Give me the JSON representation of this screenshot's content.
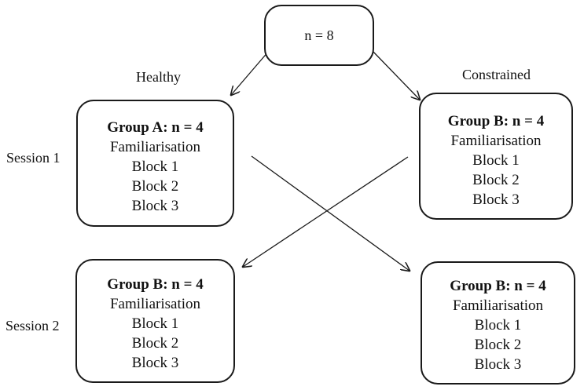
{
  "top": {
    "text": "n = 8"
  },
  "labels": {
    "healthy": "Healthy",
    "constrained": "Constrained",
    "session1": "Session 1",
    "session2": "Session 2"
  },
  "boxes": {
    "a": {
      "title": "Group A: n = 4",
      "lines": [
        "Familiarisation",
        "Block 1",
        "Block 2",
        "Block 3"
      ]
    },
    "b1": {
      "title": "Group B: n = 4",
      "lines": [
        "Familiarisation",
        "Block 1",
        "Block 2",
        "Block 3"
      ]
    },
    "b2": {
      "title": "Group B: n = 4",
      "lines": [
        "Familiarisation",
        "Block 1",
        "Block 2",
        "Block 3"
      ]
    },
    "b3": {
      "title": "Group B: n = 4",
      "lines": [
        "Familiarisation",
        "Block 1",
        "Block 2",
        "Block 3"
      ]
    }
  },
  "colors": {
    "stroke": "#1a1a1a",
    "background": "#ffffff"
  }
}
